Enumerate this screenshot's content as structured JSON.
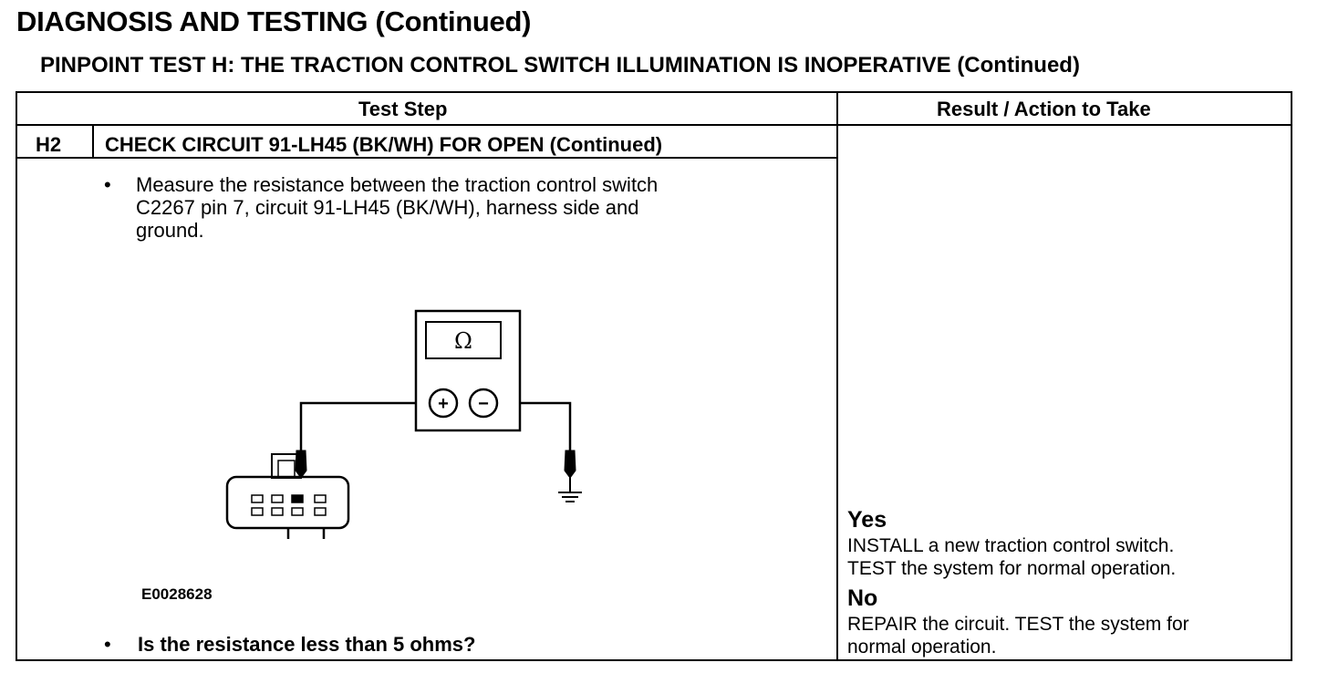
{
  "page": {
    "title": "DIAGNOSIS AND TESTING (Continued)",
    "subtitle": "PINPOINT TEST H: THE TRACTION CONTROL SWITCH ILLUMINATION IS INOPERATIVE (Continued)"
  },
  "table": {
    "header_test_step": "Test Step",
    "header_result": "Result / Action to Take",
    "step_id": "H2",
    "step_title": "CHECK CIRCUIT 91-LH45 (BK/WH) FOR OPEN (Continued)",
    "bullet": "•",
    "instruction_lines": [
      "Measure the resistance between the traction control switch",
      "C2267 pin 7, circuit 91-LH45 (BK/WH), harness side and",
      "ground."
    ],
    "figure": {
      "meter_symbol": "Ω",
      "plus_symbol": "+",
      "minus_symbol": "−",
      "figure_id": "E0028628"
    },
    "question": "Is the resistance less than 5 ohms?",
    "results": {
      "yes_label": "Yes",
      "yes_lines": [
        "INSTALL a new traction control switch.",
        "TEST the system for normal operation."
      ],
      "no_label": "No",
      "no_lines": [
        "REPAIR the circuit. TEST the system for",
        "normal operation."
      ]
    }
  }
}
